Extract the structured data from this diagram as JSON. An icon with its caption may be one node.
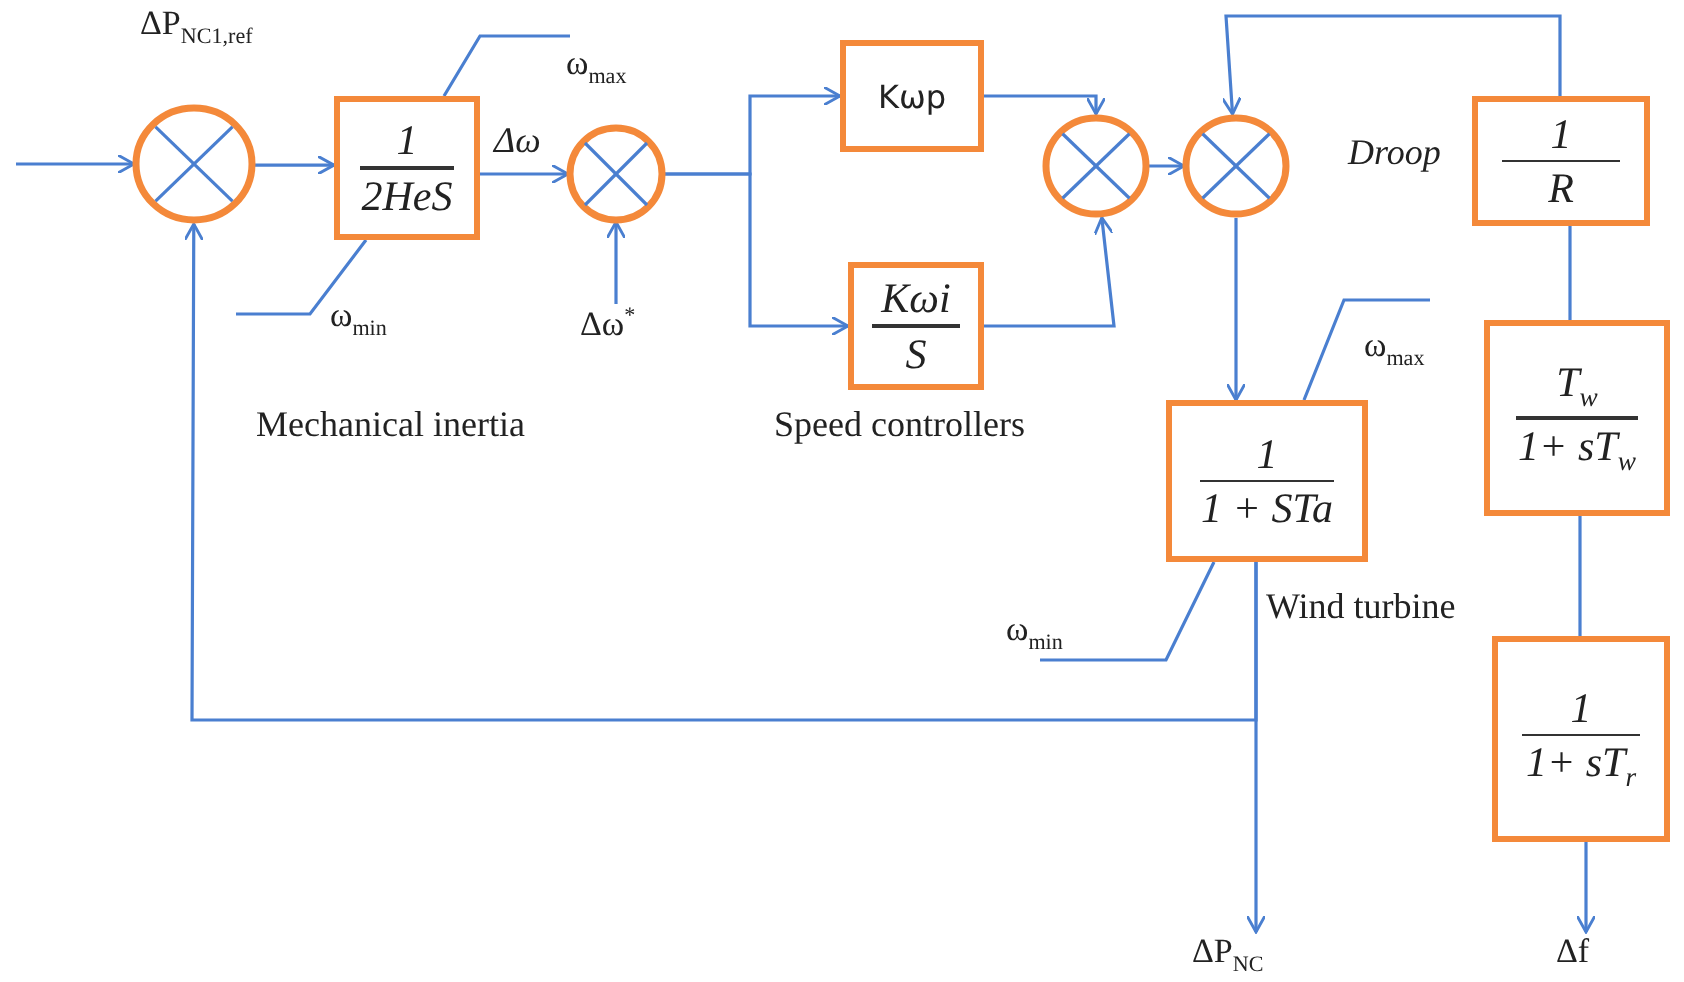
{
  "diagram": {
    "nodes": [
      {
        "text": [],
        "shape": "circle"
      },
      {
        "text": [
          "1",
          "2HeS"
        ]
      },
      {
        "text": [],
        "shape": "circle"
      },
      {
        "text": [
          "Kωp"
        ]
      },
      {
        "text": [
          "Kωi",
          "S"
        ]
      },
      {
        "text": [],
        "shape": "circle"
      },
      {
        "text": [],
        "shape": "circle"
      },
      {
        "text": [
          "1",
          "1 + STa"
        ],
        "beside": [
          "Wind turbine"
        ]
      },
      {
        "text": [
          "1",
          "R"
        ],
        "beside": [
          "Droop"
        ]
      },
      {
        "text": [
          "T$_{w}$",
          "1+ sT$_{w}$"
        ]
      },
      {
        "text": [
          "1",
          "1+ sT$_{r}$"
        ]
      },
      {
        "text": [
          "Δω$^{*}$"
        ]
      },
      {
        "text": [
          "ΔP$_{NC}$"
        ]
      },
      {
        "text": [
          "Δf"
        ]
      }
    ],
    "edges": [
      {
        "from": null,
        "to": 0,
        "arrow": "to"
      },
      {
        "from": 0,
        "to": 1,
        "arrow": "to"
      },
      {
        "from": 1,
        "to": 2,
        "arrow": "to",
        "label": "Δω"
      },
      {
        "from": 11,
        "to": 2,
        "arrow": "to"
      },
      {
        "from": 2,
        "to": 3,
        "arrow": "to"
      },
      {
        "from": 2,
        "to": 4,
        "arrow": "to"
      },
      {
        "from": 3,
        "to": 5,
        "arrow": "to"
      },
      {
        "from": 4,
        "to": 5,
        "arrow": "to"
      },
      {
        "from": 5,
        "to": 6,
        "arrow": "to"
      },
      {
        "from": 6,
        "to": 7,
        "arrow": "to"
      },
      {
        "from": 8,
        "to": 6,
        "arrow": "to"
      },
      {
        "from": 8,
        "to": 9,
        "arrow": "none"
      },
      {
        "from": 9,
        "to": 10,
        "arrow": "none"
      },
      {
        "from": 10,
        "to": 13,
        "arrow": "to"
      },
      {
        "from": 7,
        "to": 12,
        "arrow": "to"
      },
      {
        "from": 7,
        "to": 0,
        "arrow": "to"
      }
    ],
    "labels": [
      "ΔP$_{NC1,ref}$",
      "ω$_{max}$",
      "ω$_{min}$",
      "ω$_{max}$",
      "ω$_{min}$",
      "Mechanical inertia",
      "Speed controllers"
    ]
  }
}
